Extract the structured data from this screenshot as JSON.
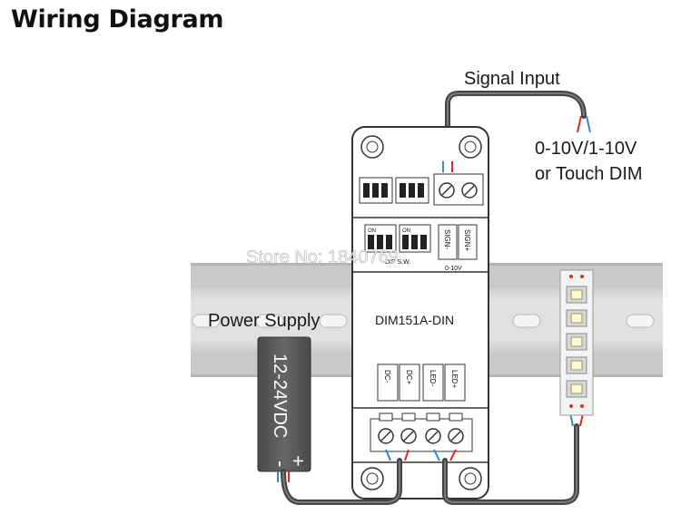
{
  "title": "Wiring Diagram",
  "labels": {
    "signal_input": "Signal Input",
    "signal_type_line1": "0-10V/1-10V",
    "signal_type_line2": "or Touch DIM",
    "power_supply": "Power Supply",
    "psu_voltage": "12-24VDC",
    "psu_minus": "-",
    "psu_plus": "+",
    "model": "DIM151A-DIN",
    "watermark": "Store No: 1840769"
  },
  "module": {
    "dip_on_1": "ON",
    "dip_on_2": "ON",
    "dip_label": "DIP  S.W.",
    "sign_minus": "SIGN-",
    "sign_plus": "SIGN+",
    "signal_range": "0-10V",
    "dc_minus": "DC-",
    "dc_plus": "DC+",
    "led_minus": "LED-",
    "led_plus": "LED+"
  },
  "colors": {
    "wire_blue": "#3a86c8",
    "wire_red": "#d0302a",
    "wire_outer": "#555555",
    "rail": "#dcdcdc",
    "psu_body": "#5a5a5a"
  }
}
